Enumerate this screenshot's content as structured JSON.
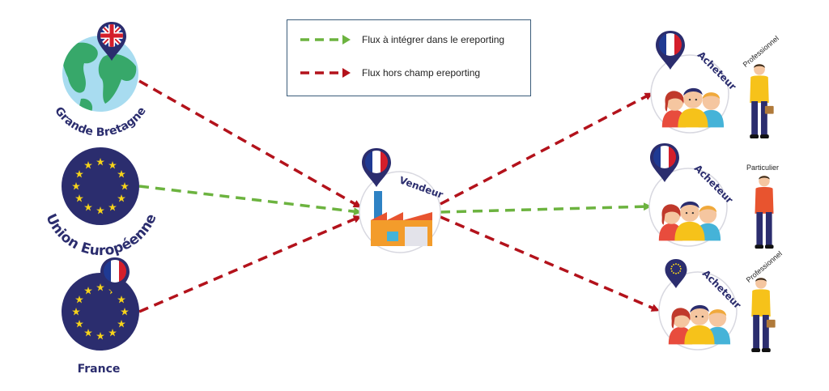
{
  "legend": {
    "integrate_label": "Flux à intégrer dans le ereporting",
    "outside_label": "Flux hors champ ereporting",
    "colors": {
      "green": "#6cb33f",
      "red": "#b3121b"
    }
  },
  "sources": {
    "uk": {
      "label": "Grande Bretagne",
      "flag": "uk-flag-icon"
    },
    "eu": {
      "label": "Union Européenne",
      "flag": "eu-flag-icon"
    },
    "fr": {
      "label": "France",
      "flag": "fr-flag-icon"
    }
  },
  "seller": {
    "label": "Vendeur",
    "flag": "fr-flag-icon"
  },
  "buyers": [
    {
      "label": "Acheteur",
      "type": "Professionnel",
      "flag": "fr-flag-icon"
    },
    {
      "label": "Acheteur",
      "type": "Particulier",
      "flag": "fr-flag-icon"
    },
    {
      "label": "Acheteur",
      "type": "Professionnel",
      "flag": "eu-flag-icon"
    }
  ]
}
